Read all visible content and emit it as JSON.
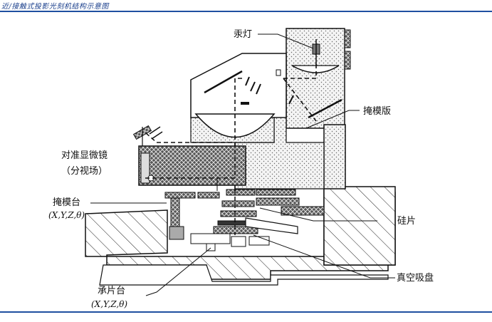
{
  "caption": "近/接触式投影光刻机结构示意图",
  "labels": {
    "lamp": "汞灯",
    "mask": "掩模版",
    "microscope_1": "对准显微镜",
    "microscope_2": "（分视场）",
    "mask_stage_1": "掩模台",
    "mask_stage_2": "(X,Y,Z,θ)",
    "wafer": "硅片",
    "wafer_stage_1": "承片台",
    "wafer_stage_2": "(X,Y,Z,θ)",
    "vacuum_chuck": "真空吸盘"
  },
  "colors": {
    "rule": "#1f4fa0",
    "caption": "#1a3f8c",
    "line": "#111111"
  }
}
